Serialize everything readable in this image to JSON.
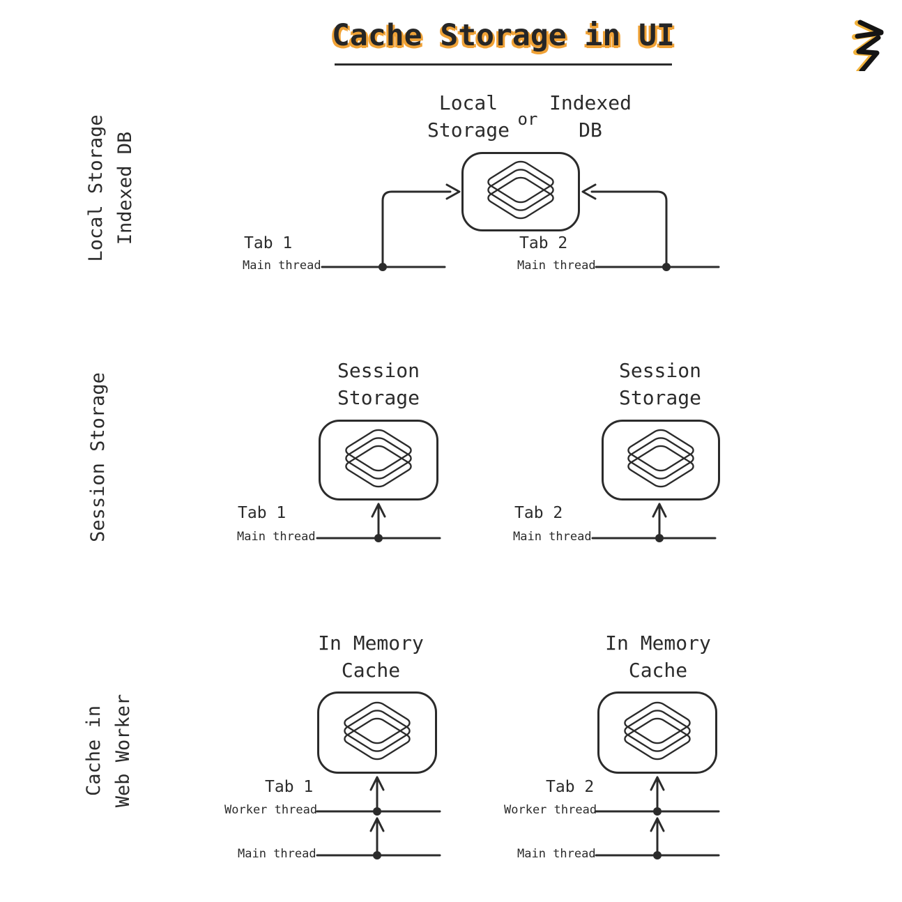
{
  "title": "Cache Storage in UI",
  "colors": {
    "ink": "#2b2b2b",
    "title_shadow": "#f0a236",
    "background": "#ffffff"
  },
  "logo": {
    "name": "scribble-zigzag-mark"
  },
  "sections": {
    "local_indexed": {
      "side_label_line1": "Local Storage",
      "side_label_line2": "Indexed DB",
      "node": {
        "left_line1": "Local",
        "left_line2": "Storage",
        "or": "or",
        "right_line1": "Indexed",
        "right_line2": "DB"
      },
      "tab1_label": "Tab 1",
      "tab1_thread": "Main thread",
      "tab2_label": "Tab 2",
      "tab2_thread": "Main thread"
    },
    "session": {
      "side_label_line1": "Session Storage",
      "node1_line1": "Session",
      "node1_line2": "Storage",
      "node2_line1": "Session",
      "node2_line2": "Storage",
      "tab1_label": "Tab 1",
      "tab1_thread": "Main thread",
      "tab2_label": "Tab 2",
      "tab2_thread": "Main thread"
    },
    "web_worker": {
      "side_label_line1": "Cache in",
      "side_label_line2": "Web Worker",
      "node1_line1": "In Memory",
      "node1_line2": "Cache",
      "node2_line1": "In Memory",
      "node2_line2": "Cache",
      "tab1_label": "Tab 1",
      "tab1_worker_thread": "Worker thread",
      "tab1_main_thread": "Main thread",
      "tab2_label": "Tab 2",
      "tab2_worker_thread": "Worker thread",
      "tab2_main_thread": "Main thread"
    }
  }
}
